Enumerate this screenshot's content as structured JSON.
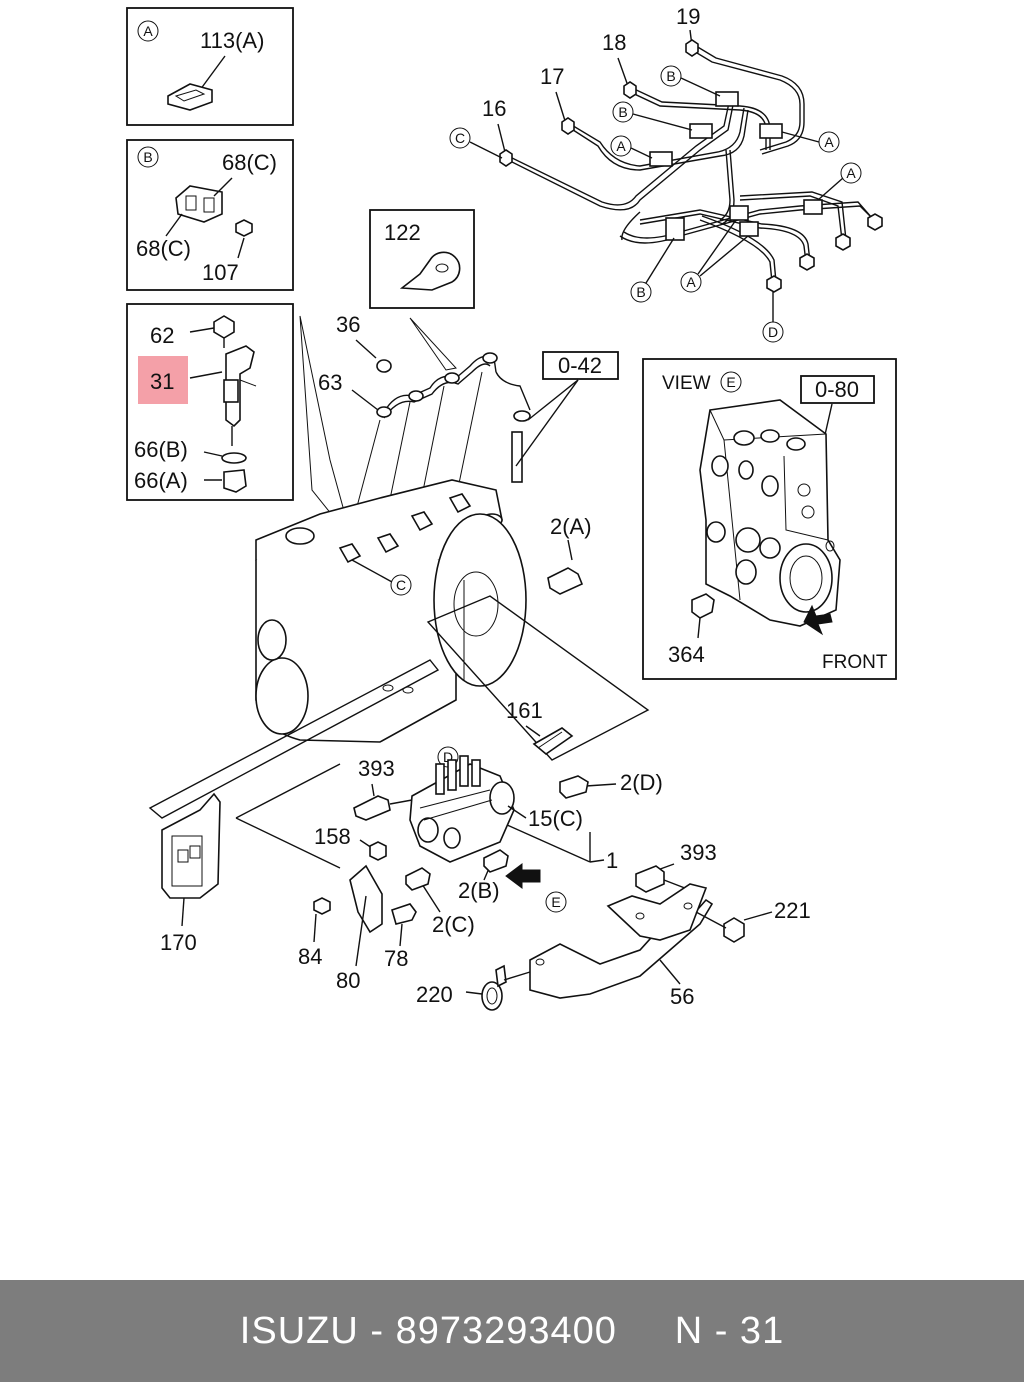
{
  "inset_a": {
    "tag": "A",
    "part": "113(A)"
  },
  "inset_b": {
    "tag": "B",
    "part_top": "68(C)",
    "part_left": "68(C)",
    "part_bolt": "107"
  },
  "inset_injector": {
    "p62": "62",
    "p31": "31",
    "p66b": "66(B)",
    "p66a": "66(A)"
  },
  "highlight_color": "#f4a0a8",
  "clip_box": {
    "part": "122"
  },
  "view_e": {
    "title": "VIEW",
    "tag": "E",
    "ref": "0-80",
    "bolt": "364",
    "front": "FRONT"
  },
  "ref_042": "0-42",
  "circle_tags": {
    "a": "A",
    "b": "B",
    "c": "C",
    "d": "D",
    "e": "E"
  },
  "labels": {
    "p19": "19",
    "p18": "18",
    "p17": "17",
    "p16": "16",
    "p36": "36",
    "p63": "63",
    "p2a": "2(A)",
    "p161": "161",
    "p393": "393",
    "p2d": "2(D)",
    "p15c": "15(C)",
    "p158": "158",
    "p1": "1",
    "p2b": "2(B)",
    "p2c": "2(C)",
    "p170": "170",
    "p84": "84",
    "p80": "80",
    "p78": "78",
    "p221": "221",
    "p220": "220",
    "p56": "56"
  },
  "footer": {
    "brand": "ISUZU",
    "part_number": "8973293400",
    "ref": "N - 31"
  }
}
